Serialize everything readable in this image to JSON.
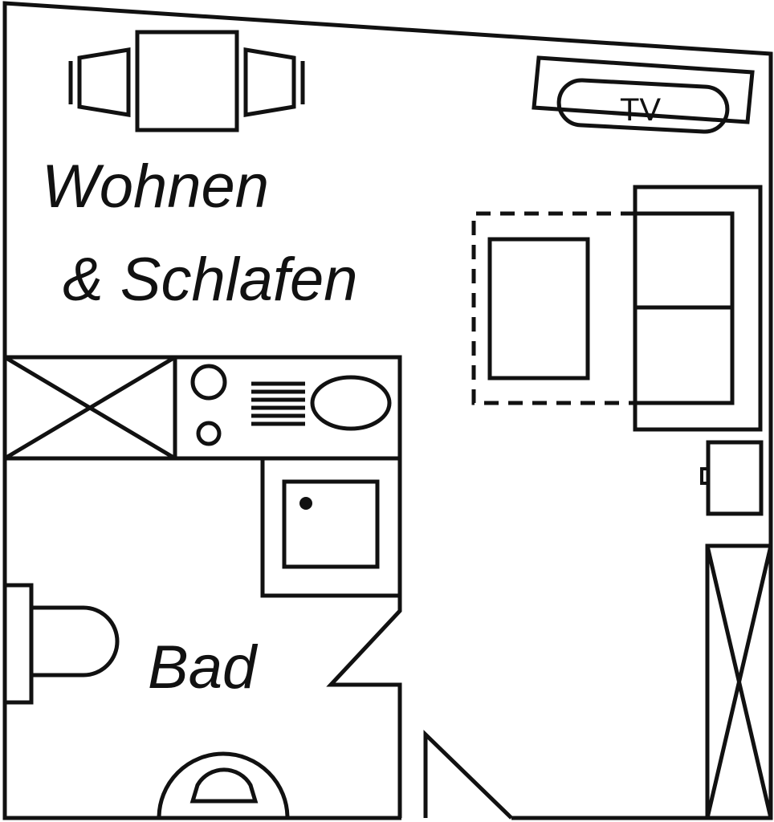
{
  "labels": {
    "living_line1": "Wohnen",
    "living_line2": "& Schlafen",
    "bath": "Bad",
    "tv": "TV"
  },
  "colors": {
    "line": "#111111",
    "background": "#ffffff"
  }
}
